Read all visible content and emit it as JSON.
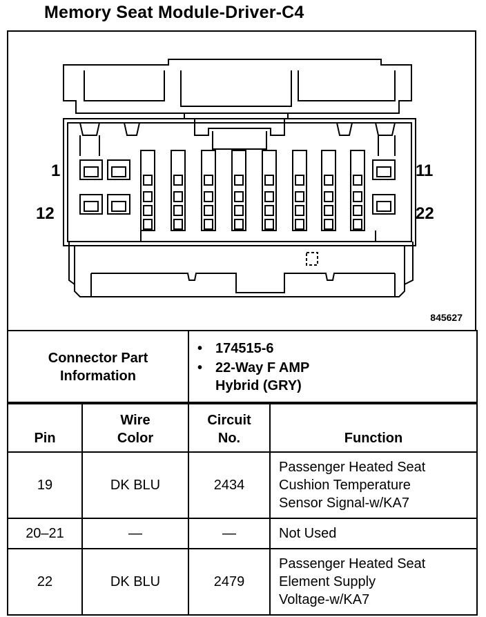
{
  "title": "Memory Seat Module-Driver-C4",
  "diagram": {
    "pin_labels": {
      "top_left": "1",
      "bottom_left": "12",
      "top_right": "11",
      "bottom_right": "22"
    },
    "figure_number": "845627"
  },
  "connector_info": {
    "label_line1": "Connector Part",
    "label_line2": "Information",
    "items": [
      "174515-6",
      "22-Way F AMP",
      "Hybrid (GRY)"
    ]
  },
  "pin_table": {
    "headers": {
      "pin": "Pin",
      "wire_color_1": "Wire",
      "wire_color_2": "Color",
      "circuit_1": "Circuit",
      "circuit_2": "No.",
      "function": "Function"
    },
    "rows": [
      {
        "pin": "19",
        "wire_color": "DK BLU",
        "circuit": "2434",
        "function": [
          "Passenger Heated Seat",
          "Cushion Temperature",
          "Sensor Signal-w/KA7"
        ]
      },
      {
        "pin": "20–21",
        "wire_color": "—",
        "circuit": "—",
        "function": [
          "Not Used"
        ]
      },
      {
        "pin": "22",
        "wire_color": "DK BLU",
        "circuit": "2479",
        "function": [
          "Passenger Heated Seat",
          "Element Supply",
          "Voltage-w/KA7"
        ]
      }
    ]
  }
}
